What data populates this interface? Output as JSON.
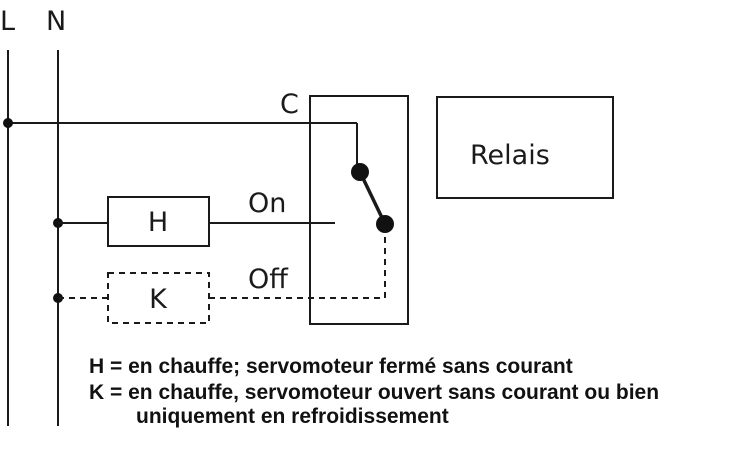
{
  "rails": {
    "line": "L",
    "neutral": "N"
  },
  "switch": {
    "common": "C",
    "on": "On",
    "off": "Off"
  },
  "components": {
    "h": "H",
    "k": "K",
    "relay": "Relais"
  },
  "legend": {
    "line1": "H = en chauffe; servomoteur fermé sans courant",
    "line2": "K = en chauffe, servomoteur ouvert sans courant ou bien",
    "line3": "uniquement en refroidissement"
  }
}
